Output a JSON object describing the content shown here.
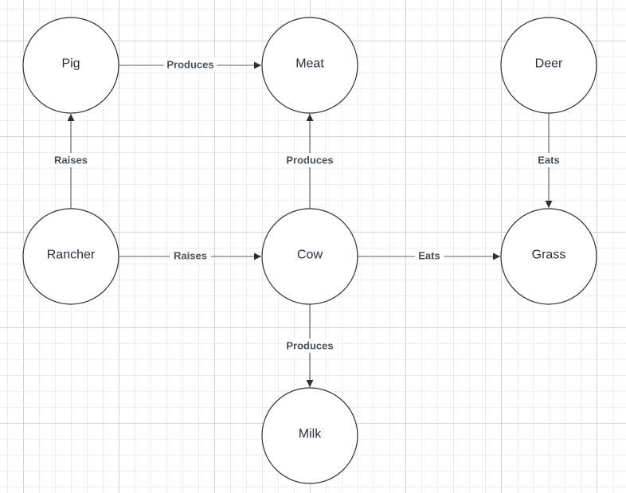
{
  "nodes": [
    {
      "id": "pig",
      "label": "Pig"
    },
    {
      "id": "meat",
      "label": "Meat"
    },
    {
      "id": "deer",
      "label": "Deer"
    },
    {
      "id": "rancher",
      "label": "Rancher"
    },
    {
      "id": "cow",
      "label": "Cow"
    },
    {
      "id": "grass",
      "label": "Grass"
    },
    {
      "id": "milk",
      "label": "Milk"
    }
  ],
  "edges": [
    {
      "id": "pig-meat",
      "from": "pig",
      "to": "meat",
      "label": "Produces"
    },
    {
      "id": "rancher-pig",
      "from": "rancher",
      "to": "pig",
      "label": "Raises"
    },
    {
      "id": "cow-meat",
      "from": "cow",
      "to": "meat",
      "label": "Produces"
    },
    {
      "id": "deer-grass",
      "from": "deer",
      "to": "grass",
      "label": "Eats"
    },
    {
      "id": "rancher-cow",
      "from": "rancher",
      "to": "cow",
      "label": "Raises"
    },
    {
      "id": "cow-grass",
      "from": "cow",
      "to": "grass",
      "label": "Eats"
    },
    {
      "id": "cow-milk",
      "from": "cow",
      "to": "milk",
      "label": "Produces"
    }
  ],
  "colors": {
    "node_stroke": "#2b2f36",
    "edge_stroke": "#5a6068",
    "grid_major": "#cfd3d8",
    "grid_minor": "#eceef1"
  }
}
